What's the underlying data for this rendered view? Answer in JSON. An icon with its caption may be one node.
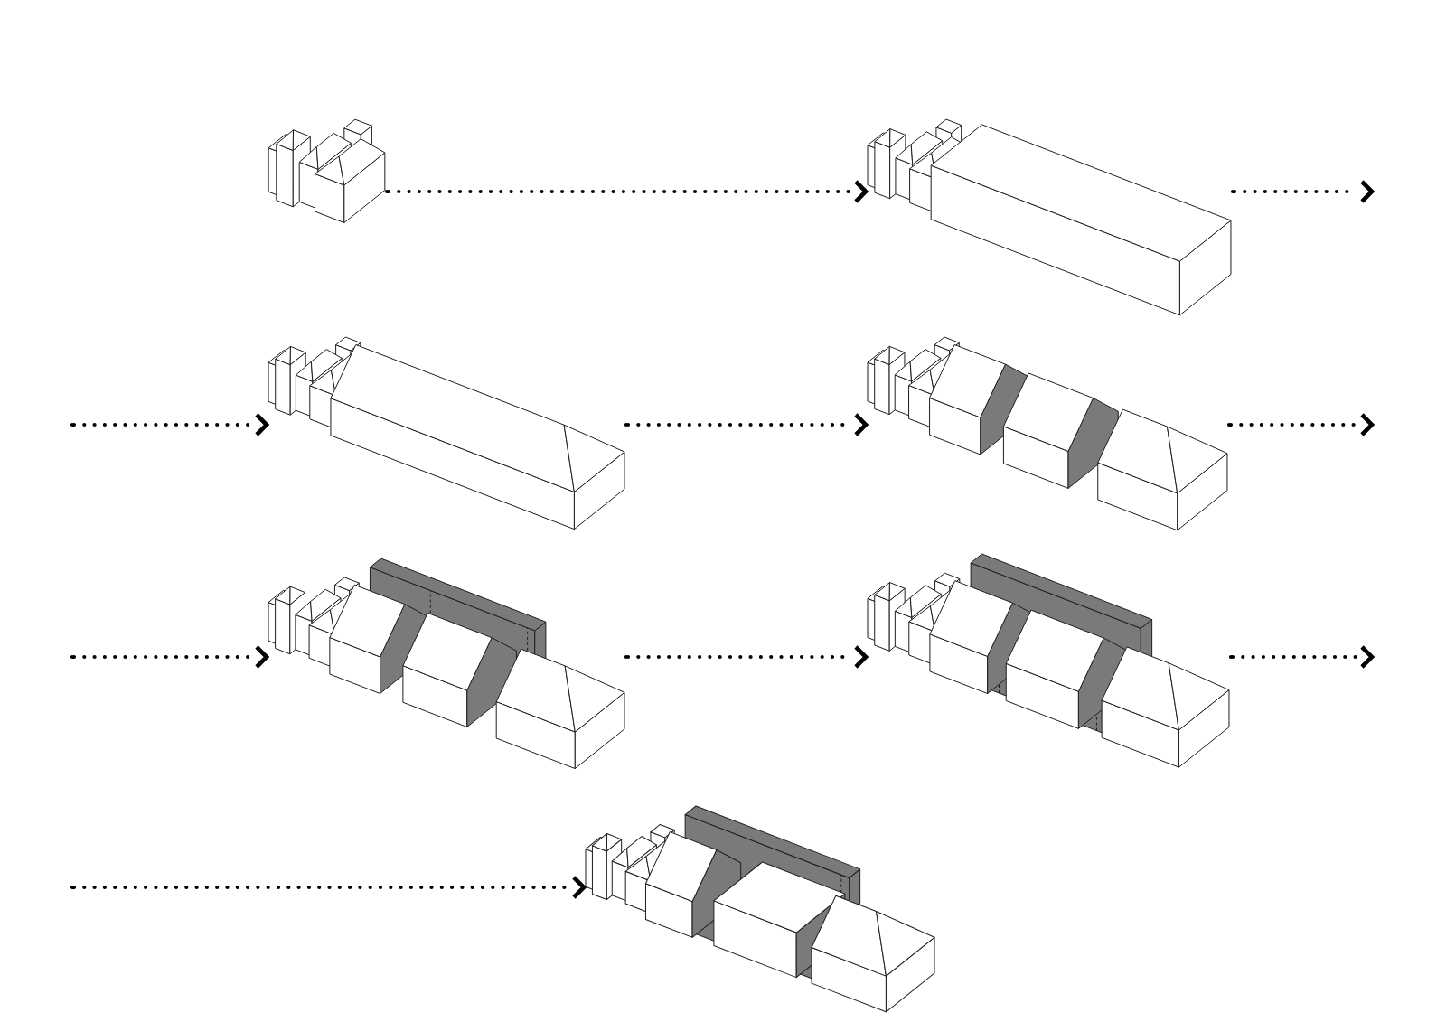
{
  "diagram": {
    "nodes": [
      {
        "text": [],
        "shape": "picture"
      },
      {
        "text": [],
        "shape": "picture"
      },
      {
        "text": [],
        "shape": "picture"
      },
      {
        "text": [],
        "shape": "picture"
      },
      {
        "text": [],
        "shape": "picture"
      },
      {
        "text": [],
        "shape": "picture"
      },
      {
        "text": [],
        "shape": "picture"
      }
    ],
    "edges": [
      {
        "from": 0,
        "to": 1,
        "arrow": "to",
        "style": "dashed"
      },
      {
        "from": 1,
        "to": null,
        "arrow": "to",
        "style": "dashed"
      },
      {
        "from": null,
        "to": 2,
        "arrow": "to",
        "style": "dashed"
      },
      {
        "from": 2,
        "to": 3,
        "arrow": "to",
        "style": "dashed"
      },
      {
        "from": 3,
        "to": null,
        "arrow": "to",
        "style": "dashed"
      },
      {
        "from": null,
        "to": 4,
        "arrow": "to",
        "style": "dashed"
      },
      {
        "from": 4,
        "to": 5,
        "arrow": "to",
        "style": "dashed"
      },
      {
        "from": 5,
        "to": null,
        "arrow": "to",
        "style": "dashed"
      },
      {
        "from": null,
        "to": 6,
        "arrow": "to",
        "style": "dashed"
      }
    ]
  }
}
